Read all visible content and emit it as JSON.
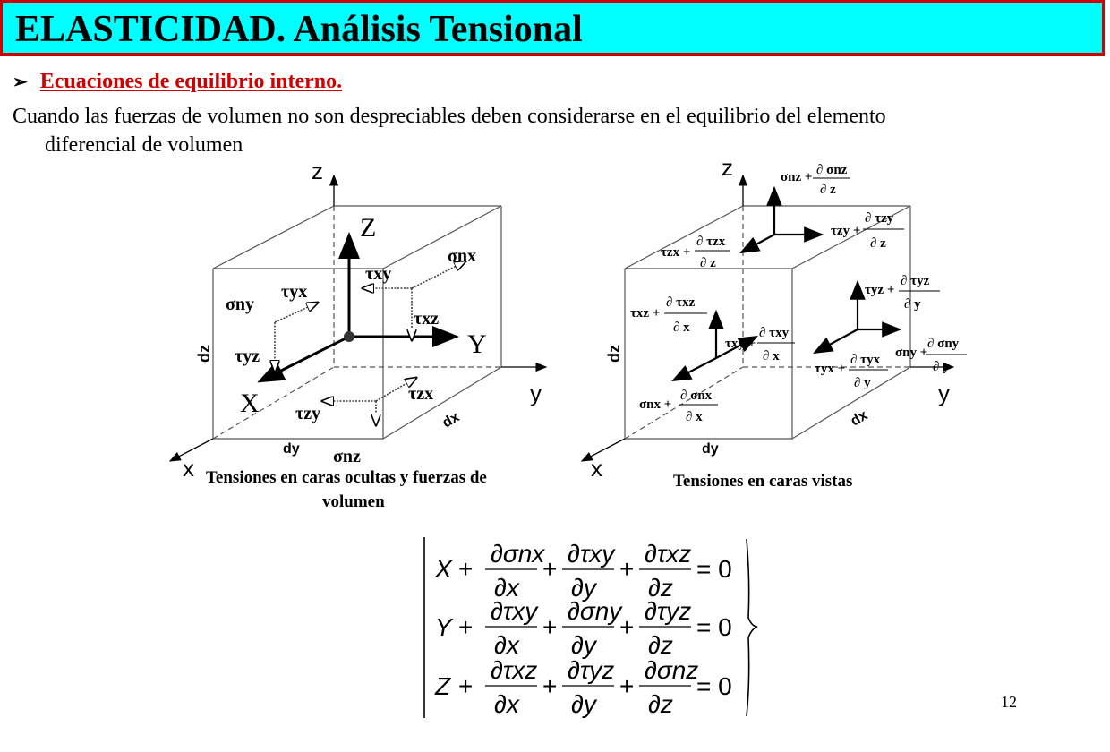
{
  "slide": {
    "title": "ELASTICIDAD. Análisis Tensional",
    "bullet_marker": "➢",
    "bullet": "Ecuaciones de equilibrio interno.",
    "body_line1": "Cuando las fuerzas de volumen no son despreciables deben considerarse en el equilibrio del elemento",
    "body_line2": "diferencial de volumen",
    "page_number": "12",
    "colors": {
      "title_bg": "#00ffff",
      "title_border": "#d00000",
      "bullet": "#d00000"
    }
  },
  "left_figure": {
    "axis_z": "z",
    "axis_y": "y",
    "axis_x": "x",
    "force_Z": "Z",
    "force_Y": "Y",
    "force_X": "X",
    "dz": "dz",
    "dy": "dy",
    "dx": "dx",
    "s_nx": "σnx",
    "s_ny": "σny",
    "s_nz": "σnz",
    "t_xy": "τxy",
    "t_yx": "τyx",
    "t_xz": "τxz",
    "t_yz": "τyz",
    "t_zx": "τzx",
    "t_zy": "τzy",
    "caption_line1": "Tensiones en caras ocultas y fuerzas de",
    "caption_line2": "volumen"
  },
  "right_figure": {
    "axis_z": "z",
    "axis_y": "y",
    "axis_x": "x",
    "dz": "dz",
    "dy": "dy",
    "dx": "dx",
    "nz_lead": "σnz +",
    "nz_num": "∂ σnz",
    "nz_den": "∂ z",
    "zx_lead": "τzx +",
    "zx_num": "∂ τzx",
    "zx_den": "∂ z",
    "zy_lead": "τzy +",
    "zy_num": "∂ τzy",
    "zy_den": "∂ z",
    "xz_lead": "τxz +",
    "xz_num": "∂ τxz",
    "xz_den": "∂ x",
    "xy_lead": "τxy +",
    "xy_num": "∂ τxy",
    "xy_den": "∂ x",
    "nx_lead": "σnx +",
    "nx_num": "∂ σnx",
    "nx_den": "∂ x",
    "yz_lead": "τyz +",
    "yz_num": "∂ τyz",
    "yz_den": "∂ y",
    "ny_lead": "σny +",
    "ny_num": "∂ σny",
    "ny_den": "∂ y",
    "yx_lead": "τyx +",
    "yx_num": "∂ τyx",
    "yx_den": "∂ y",
    "caption": "Tensiones en caras vistas"
  },
  "equations": [
    {
      "lead": "X",
      "t1_num": "∂σnx",
      "t1_den": "∂x",
      "t2_num": "∂τxy",
      "t2_den": "∂y",
      "t3_num": "∂τxz",
      "t3_den": "∂z",
      "rhs": "= 0"
    },
    {
      "lead": "Y",
      "t1_num": "∂τxy",
      "t1_den": "∂x",
      "t2_num": "∂σny",
      "t2_den": "∂y",
      "t3_num": "∂τyz",
      "t3_den": "∂z",
      "rhs": "= 0"
    },
    {
      "lead": "Z",
      "t1_num": "∂τxz",
      "t1_den": "∂x",
      "t2_num": "∂τyz",
      "t2_den": "∂y",
      "t3_num": "∂σnz",
      "t3_den": "∂z",
      "rhs": "= 0"
    }
  ],
  "plus": "+"
}
